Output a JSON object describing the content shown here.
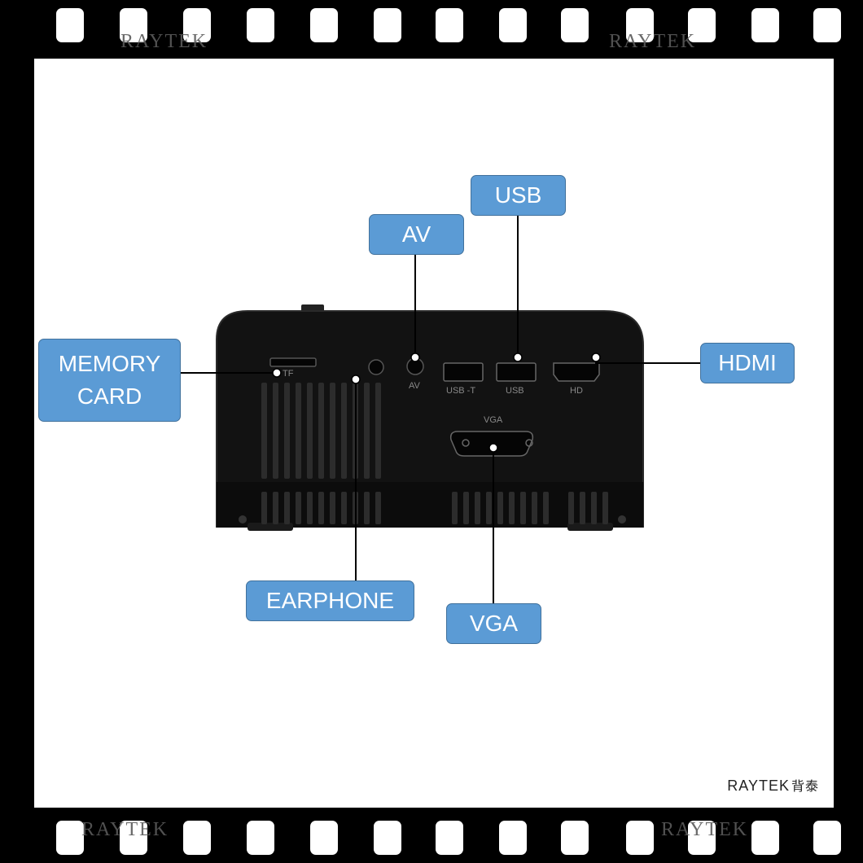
{
  "callouts": {
    "usb": "USB",
    "av": "AV",
    "memory_card": "MEMORY\nCARD",
    "hdmi": "HDMI",
    "earphone": "EARPHONE",
    "vga": "VGA"
  },
  "port_labels": {
    "tf": "TF",
    "av": "AV",
    "usb_t": "USB -T",
    "usb": "USB",
    "hd": "HD",
    "vga": "VGA"
  },
  "brand": {
    "logo": "RAYTEK",
    "logo_cn": "背泰",
    "film_watermark": "RAYTEK"
  },
  "colors": {
    "callout_fill": "#5b9bd5",
    "callout_border": "#41719c",
    "device_body": "#111111",
    "frame": "#000000"
  }
}
